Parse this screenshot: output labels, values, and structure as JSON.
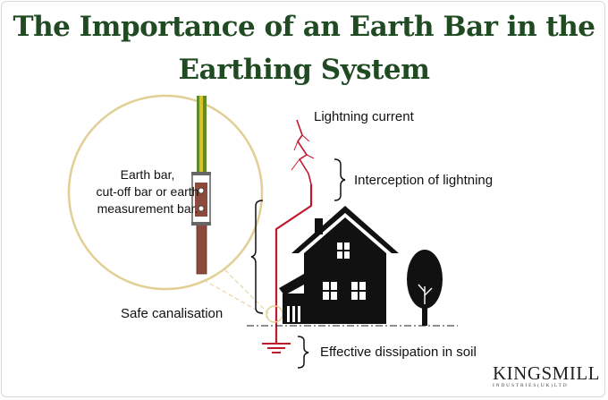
{
  "title": {
    "line1": "The Importance of an Earth Bar in the",
    "line2": "Earthing System"
  },
  "labels": {
    "lightning_current": "Lightning current",
    "interception": "Interception of lightning",
    "safe_canalisation": "Safe canalisation",
    "dissipation": "Effective dissipation in soil"
  },
  "zoom": {
    "line1": "Earth bar,",
    "line2": "cut-off bar or earth",
    "line3": "measurement bar."
  },
  "logo": {
    "main": "KINGSMILL",
    "sub": "INDUSTRIES(UK)LTD"
  },
  "colors": {
    "title": "#1f4a22",
    "conductor": "#c0182c",
    "circle_border": "#e2cf95",
    "earth_bar": "#8b4a3c",
    "cable_green": "#5f8a2a",
    "cable_yellow": "#d8c228"
  }
}
